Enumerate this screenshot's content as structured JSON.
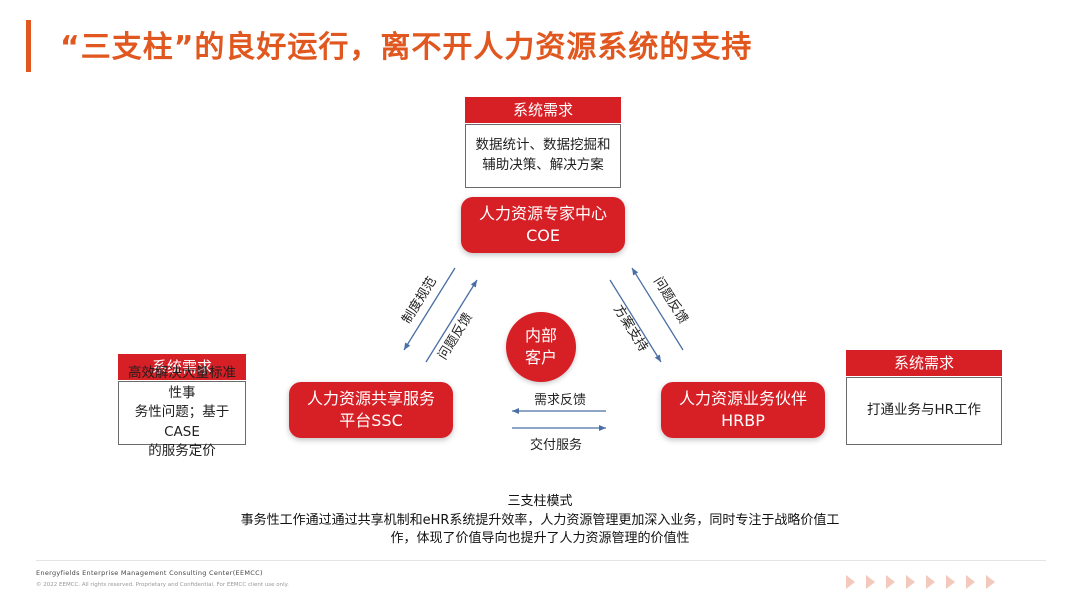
{
  "title": "“三支柱”的良好运行，离不开人力资源系统的支持",
  "top_requirement": {
    "header": "系统需求",
    "line1": "数据统计、数据挖掘和",
    "line2": "辅助决策、解决方案"
  },
  "left_requirement": {
    "header": "系统需求",
    "line1": "高效解决大量标准性事",
    "line2": "务性问题；基于CASE",
    "line3": "的服务定价"
  },
  "right_requirement": {
    "header": "系统需求",
    "line1": "打通业务与HR工作"
  },
  "coe": {
    "line1": "人力资源专家中心",
    "line2": "COE"
  },
  "ssc": {
    "line1": "人力资源共享服务",
    "line2": "平台SSC"
  },
  "hrbp": {
    "line1": "人力资源业务伙伴",
    "line2": "HRBP"
  },
  "center": {
    "line1": "内部",
    "line2": "客户"
  },
  "arrow_labels": {
    "coe_to_ssc": "制度规范",
    "ssc_to_coe": "问题反馈",
    "hrbp_to_coe": "问题反馈",
    "coe_to_hrbp": "方案支持",
    "hrbp_to_ssc": "需求反馈",
    "ssc_to_hrbp": "交付服务"
  },
  "caption": {
    "title": "三支柱模式",
    "line1": "事务性工作通过通过共享机制和eHR系统提升效率，人力资源管理更加深入业务，同时专注于战略价值工",
    "line2": "作，体现了价值导向也提升了人力资源管理的价值性"
  },
  "footer": {
    "company": "Energyfields Enterprise Management Consulting Center(EEMCC)",
    "copyright": "© 2022 EEMCC. All rights reserved. Proprietary and Confidential. For EEMCC client use only."
  },
  "colors": {
    "accent": "#e0571f",
    "node_red": "#d71f26",
    "arrow_blue": "#4a6fa5"
  }
}
